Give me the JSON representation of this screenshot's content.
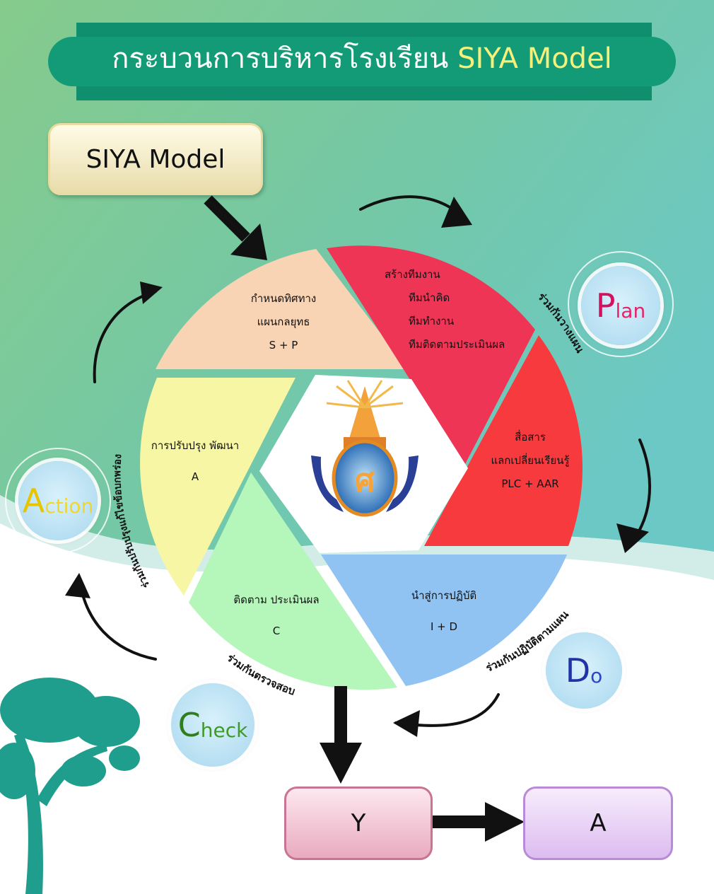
{
  "title": {
    "main": "กระบวนการบริหารโรงเรียน",
    "highlight": "SIYA Model"
  },
  "model_box": {
    "label": "SIYA Model"
  },
  "segments": {
    "strategy": {
      "line1": "กำหนดทิศทาง",
      "line2": "แผนกลยุทธ",
      "line3": "S + P"
    },
    "team": {
      "line1": "สร้างทีมงาน",
      "line2": "ทีมนำคิด",
      "line3": "ทีมทำงาน",
      "line4": "ทีมติดตามประเมินผล"
    },
    "communicate": {
      "line1": "สื่อสาร",
      "line2": "แลกเปลี่ยนเรียนรู้",
      "line3": "PLC + AAR"
    },
    "implement": {
      "line1": "นำสู่การปฏิบัติ",
      "line2": "I + D"
    },
    "monitor": {
      "line1": "ติดตาม ประเมินผล",
      "line2": "C"
    },
    "improve": {
      "line1": "การปรับปรุง พัฒนา",
      "line2": "A"
    }
  },
  "curved_labels": {
    "plan": "ร่วมกันวางแผน",
    "do": "ร่วมกันปฏิบัติตามแผน",
    "check": "ร่วมกันตรวจสอบ",
    "action": "ร่วมกันปรับปรุงแก้ไขข้อบกพร่อง"
  },
  "pdca": {
    "plan": {
      "initial": "P",
      "rest": "lan"
    },
    "do": {
      "initial": "D",
      "rest": "o"
    },
    "check": {
      "initial": "C",
      "rest": "heck"
    },
    "action": {
      "initial": "A",
      "rest": "ction"
    }
  },
  "outputs": {
    "y_label": "Y",
    "a_label": "A"
  },
  "colors": {
    "bg_top": "#7cc9a2",
    "bg_teal": "#6fcab8",
    "title_bar": "#139b78",
    "seg_strategy": "#f8d4b4",
    "seg_team": "#ee3556",
    "seg_communicate": "#f63a3e",
    "seg_implement": "#90c3f2",
    "seg_monitor": "#b5f6bb",
    "seg_improve": "#f7f6a4",
    "plan_initial": "#d6105e",
    "plan_rest": "#e2256a",
    "do_initial": "#2133a6",
    "do_rest": "#2f45c6",
    "check_initial": "#2f7d1c",
    "check_rest": "#3f9a28",
    "action_initial": "#e6c400",
    "action_rest": "#f0d630"
  }
}
